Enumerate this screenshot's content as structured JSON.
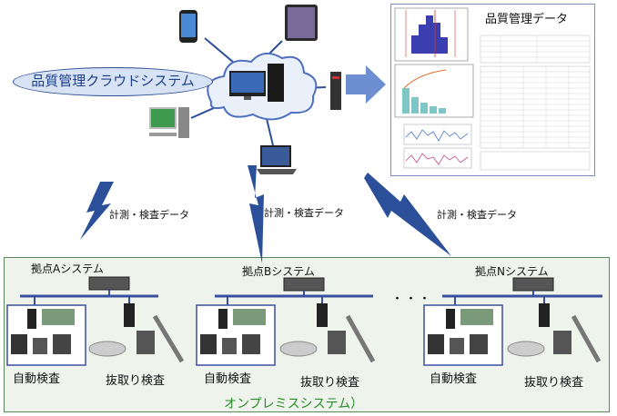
{
  "cloud_system_label": "品質管理クラウドシステム",
  "quality_data_title": "品質管理データ",
  "flow_label_1": "計測・検査データ",
  "flow_label_2": "計測・検査データ",
  "flow_label_3": "計測・検査データ",
  "site_a": {
    "name": "拠点Aシステム",
    "auto_label": "自動検査",
    "pull_label": "抜取り検査"
  },
  "site_b": {
    "name": "拠点Bシステム",
    "auto_label": "自動検査",
    "pull_label": "抜取り検査"
  },
  "site_n": {
    "name": "拠点Nシステム",
    "auto_label": "自動検査",
    "pull_label": "抜取り検査"
  },
  "ellipsis": "・・・",
  "onprem_label": "オンプレミスシステム）",
  "colors": {
    "accent_blue": "#1c3f8a",
    "onprem_green": "#2a8a2a",
    "arrow_blue": "#6d8fd1"
  }
}
